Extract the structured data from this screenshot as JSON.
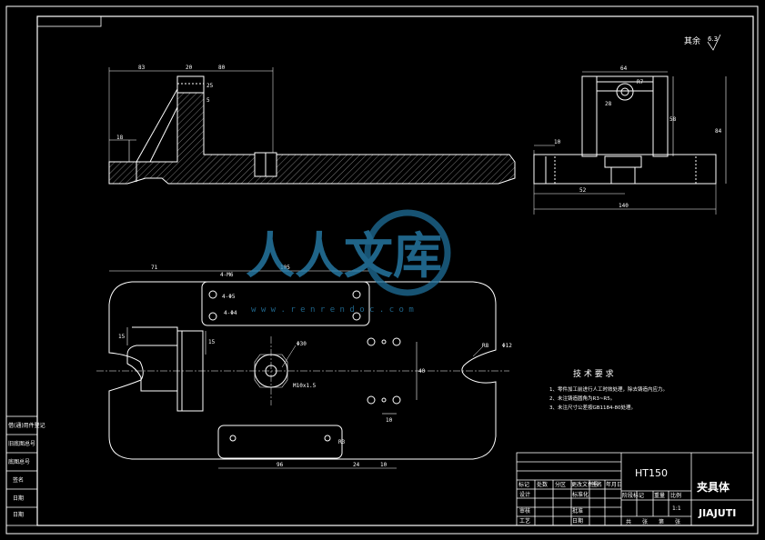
{
  "drawing": {
    "title_name": "夹具体",
    "title_pinyin": "JIAJUTI",
    "material": "HT150",
    "scale": "1:1",
    "surface_finish": "其余",
    "surface_finish_value": "6.3",
    "watermark_text": "人人文库",
    "watermark_url": "w w w . r e n r e n d o c . c o m"
  },
  "tech_requirements": {
    "heading": "技 术 要 求",
    "items": [
      "1、零件加工前进行人工时效处理，除去铸造内应力。",
      "2、未注铸造圆角为R3~R5。",
      "3、未注尺寸公差按GB1184-80处理。"
    ]
  },
  "left_strip": {
    "cells": [
      "借(通)用件登记",
      "旧底图总号",
      "底图总号",
      "签名",
      "日期",
      "日期"
    ]
  },
  "title_block": {
    "row_labels": [
      "标记",
      "处数",
      "分区",
      "更改文件号",
      "签名",
      "年月日"
    ],
    "left_labels": [
      "设计",
      "审核",
      "工艺"
    ],
    "mid_labels": [
      "标准化",
      "批准",
      "日期"
    ],
    "right_header": [
      "阶段标记",
      "重量",
      "比例"
    ],
    "sheet_labels": [
      "共",
      "张",
      "第",
      "张"
    ]
  },
  "dimensions": {
    "top_view": [
      "83",
      "20",
      "80",
      "18",
      "25",
      "5"
    ],
    "side_view": [
      "64",
      "R7",
      "28",
      "58",
      "84",
      "10",
      "52",
      "140"
    ],
    "plan_view": [
      "71",
      "105",
      "4-M6",
      "4-Φ5",
      "4-Φ4",
      "15",
      "15",
      "Φ30",
      "M10x1.5",
      "R8",
      "Φ12",
      "40",
      "10",
      "96",
      "24",
      "10",
      "R3"
    ]
  }
}
